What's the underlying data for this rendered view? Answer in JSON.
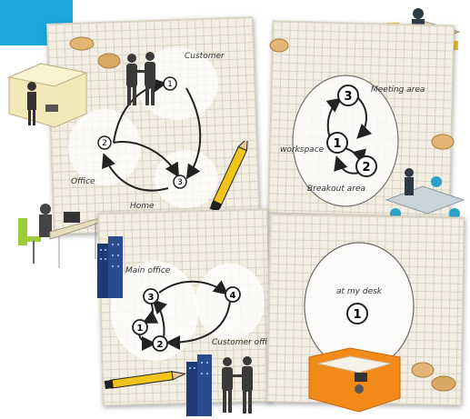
{
  "panels": {
    "top_left": {
      "labels": {
        "customer": "Customer",
        "office": "Office",
        "home": "Home"
      },
      "nodes": [
        "1",
        "2",
        "3"
      ]
    },
    "top_right": {
      "labels": {
        "meeting": "Meeting area",
        "workspace": "workspace",
        "breakout": "Breakout area"
      },
      "nodes": [
        "3",
        "1",
        "2"
      ]
    },
    "bottom_left": {
      "labels": {
        "main_office": "Main office",
        "customer_office": "Customer office"
      },
      "nodes": [
        "3",
        "4",
        "1",
        "2"
      ]
    },
    "bottom_right": {
      "labels": {
        "desk": "at my desk"
      },
      "nodes": [
        "1"
      ]
    }
  },
  "colors": {
    "accent": "#1aa7e0",
    "paper": "#f2eee3",
    "desk_orange": "#f28a1a",
    "chair_yellow": "#f4c21a",
    "chair_green": "#9ccc3a",
    "chair_blue": "#2ba3c9"
  }
}
